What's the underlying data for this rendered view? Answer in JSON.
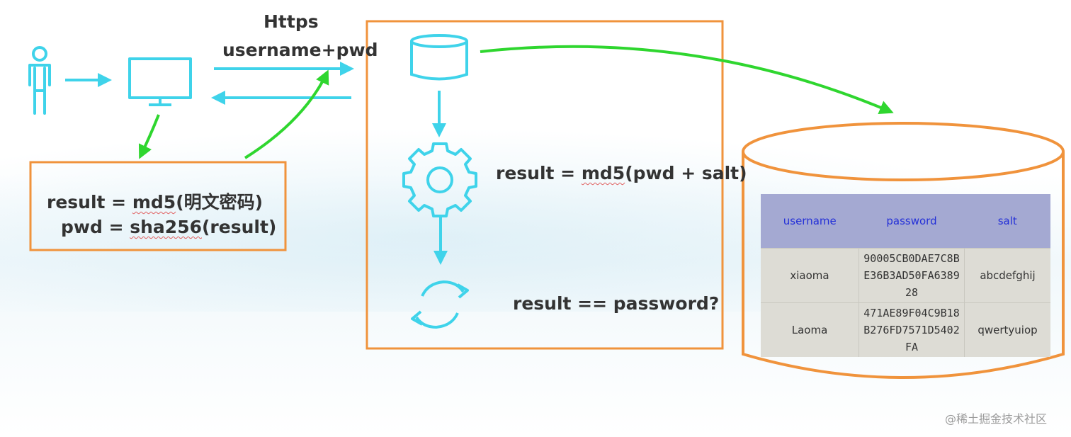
{
  "colors": {
    "cyan": "#3fd3ea",
    "green": "#2fd62f",
    "orange": "#f0933c",
    "text": "#333333"
  },
  "icons": [
    "user-icon",
    "monitor-icon",
    "database-icon",
    "gear-icon",
    "refresh-icon"
  ],
  "transport": {
    "protocol": "Https",
    "payload": "username+pwd"
  },
  "client": {
    "line1_pre": "result = ",
    "line1_fn": "md5",
    "line1_post": "(明文密码)",
    "line2_pre": "pwd = ",
    "line2_fn": "sha256",
    "line2_post": "(result)"
  },
  "server": {
    "step1_pre": "result = ",
    "step1_fn": "md5",
    "step1_post": "(pwd + salt)",
    "step2": "result == password?"
  },
  "table": {
    "headers": [
      "username",
      "password",
      "salt"
    ],
    "rows": [
      [
        "xiaoma",
        "90005CB0DAE7C8BE36B3AD50FA638928",
        "abcdefghij"
      ],
      [
        "Laoma",
        "471AE89F04C9B18B276FD7571D5402FA",
        "qwertyuiop"
      ]
    ]
  },
  "watermark": "@稀土掘金技术社区"
}
